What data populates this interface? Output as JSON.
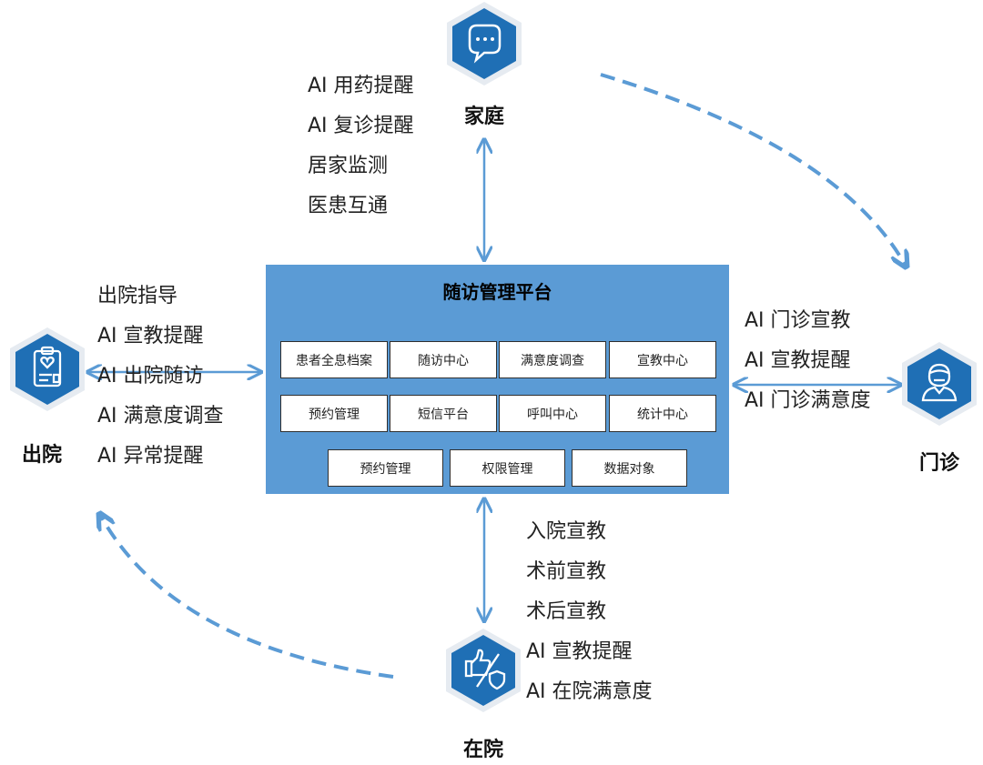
{
  "platform": {
    "title": "随访管理平台",
    "modules_row1": [
      "患者全息档案",
      "随访中心",
      "满意度调查",
      "宣教中心"
    ],
    "modules_row2": [
      "预约管理",
      "短信平台",
      "呼叫中心",
      "统计中心"
    ],
    "modules_row3": [
      "预约管理",
      "权限管理",
      "数据对象"
    ]
  },
  "nodes": {
    "home": {
      "label": "家庭",
      "icon": "chat-bubble-icon",
      "items": [
        "AI 用药提醒",
        "AI 复诊提醒",
        "居家监测",
        "医患互通"
      ]
    },
    "outpatient": {
      "label": "门诊",
      "icon": "doctor-avatar-icon",
      "items": [
        "AI 门诊宣教",
        "AI 宣教提醒",
        "AI 门诊满意度"
      ]
    },
    "inpatient": {
      "label": "在院",
      "icon": "thumbs-up-icon",
      "items": [
        "入院宣教",
        "术前宣教",
        "术后宣教",
        "AI 宣教提醒",
        "AI 在院满意度"
      ]
    },
    "discharge": {
      "label": "出院",
      "icon": "clipboard-heart-icon",
      "items": [
        "出院指导",
        "AI 宣教提醒",
        "AI 出院随访",
        "AI 满意度调查",
        "AI 异常提醒"
      ]
    }
  },
  "colors": {
    "platform": "#5b9bd5",
    "arrow": "#5b9bd5",
    "hex_outer": "#e6ebf1",
    "hex_inner": "#1f6fb5"
  }
}
